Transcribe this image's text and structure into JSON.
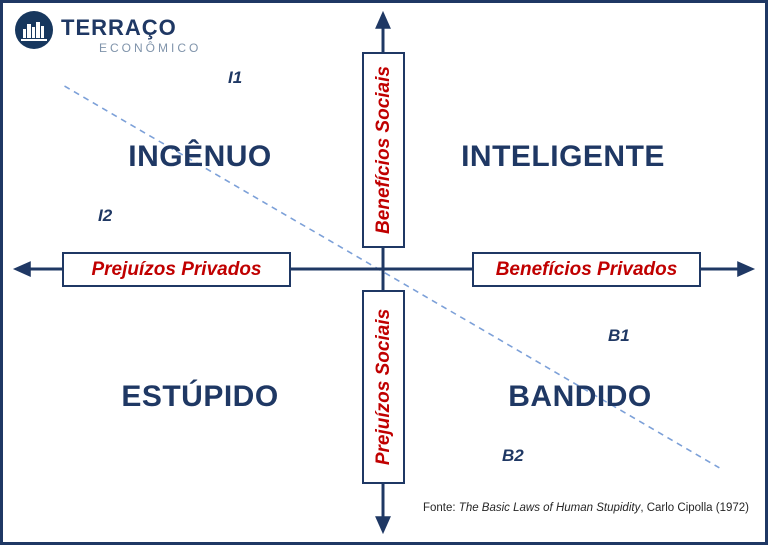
{
  "colors": {
    "navy": "#1f3864",
    "red": "#c00000",
    "diagonal": "#7ca0d8",
    "logo-sub": "#8094ab",
    "fonte": "#262626"
  },
  "logo": {
    "title": "TERRAÇO",
    "subtitle": "ECONÔMICO"
  },
  "axes": {
    "vertical_top": "Benefícios Sociais",
    "vertical_bottom": "Prejuízos Sociais",
    "horizontal_left": "Prejuízos Privados",
    "horizontal_right": "Benefícios Privados"
  },
  "quadrants": {
    "top_left": "INGÊNUO",
    "top_right": "INTELIGENTE",
    "bottom_left": "ESTÚPIDO",
    "bottom_right": "BANDIDO"
  },
  "markers": {
    "i1": "I1",
    "i2": "I2",
    "b1": "B1",
    "b2": "B2"
  },
  "fonte": {
    "prefix": "Fonte: ",
    "title": "The Basic Laws of Human Stupidity",
    "suffix": ", Carlo Cipolla (1972)"
  }
}
